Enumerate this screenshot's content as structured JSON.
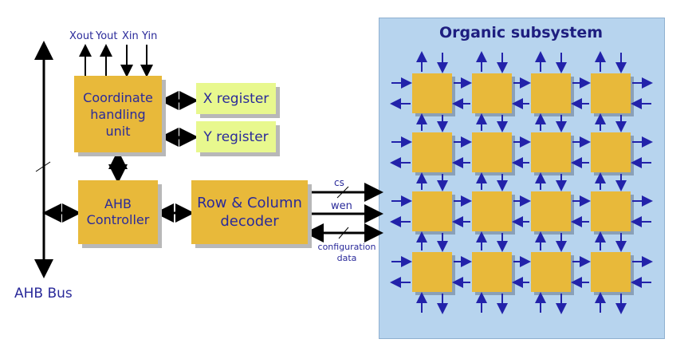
{
  "bus": {
    "label": "AHB Bus"
  },
  "signals": {
    "xout": "Xout",
    "yout": "Yout",
    "xin": "Xin",
    "yin": "Yin"
  },
  "blocks": {
    "coordinate": [
      "Coordinate",
      "handling",
      "unit"
    ],
    "x_register": "X register",
    "y_register": "Y register",
    "ahb_controller": [
      "AHB",
      "Controller"
    ],
    "decoder": [
      "Row & Column",
      "decoder"
    ]
  },
  "lines": {
    "cs": "cs",
    "wen": "wen",
    "config": [
      "configuration",
      "data"
    ]
  },
  "organic": {
    "title": "Organic subsystem",
    "rows": 4,
    "cols": 4
  },
  "colors": {
    "block": "#e8b93a",
    "register": "#e8f88e",
    "organic_bg": "#b7d4ee",
    "arrow_blue": "#2222aa",
    "text": "#2a2a9a"
  }
}
